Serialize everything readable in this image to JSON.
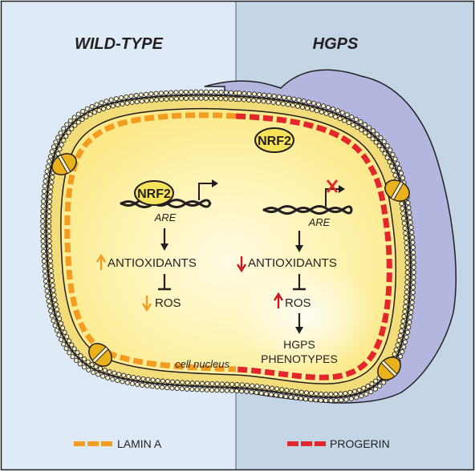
{
  "headers": {
    "left": "WILD-TYPE",
    "right": "HGPS"
  },
  "wild_type": {
    "nrf2": "NRF2",
    "are": "ARE",
    "antioxidants": "ANTIOXIDANTS",
    "antioxidants_trend": "up",
    "ros": "ROS",
    "ros_trend": "down"
  },
  "hgps": {
    "nrf2": "NRF2",
    "are": "ARE",
    "antioxidants": "ANTIOXIDANTS",
    "antioxidants_trend": "down",
    "ros": "ROS",
    "ros_trend": "up",
    "phenotypes_line1": "HGPS",
    "phenotypes_line2": "PHENOTYPES"
  },
  "nucleus_label": "cell nucleus",
  "legend": {
    "left": "LAMIN A",
    "right": "PROGERIN"
  },
  "colors": {
    "panel_left": "#deeaf6",
    "panel_right": "#c4d5e6",
    "nucleus_fill": "#fdf3ad",
    "cytoplasm": "#b6b9e0",
    "lamin_a": "#f39c1f",
    "progerin": "#e2262b",
    "up_arrow_left": "#f39c1f",
    "down_arrow_left": "#f39c1f",
    "down_arrow_right": "#c8181e",
    "up_arrow_right": "#c8181e"
  }
}
